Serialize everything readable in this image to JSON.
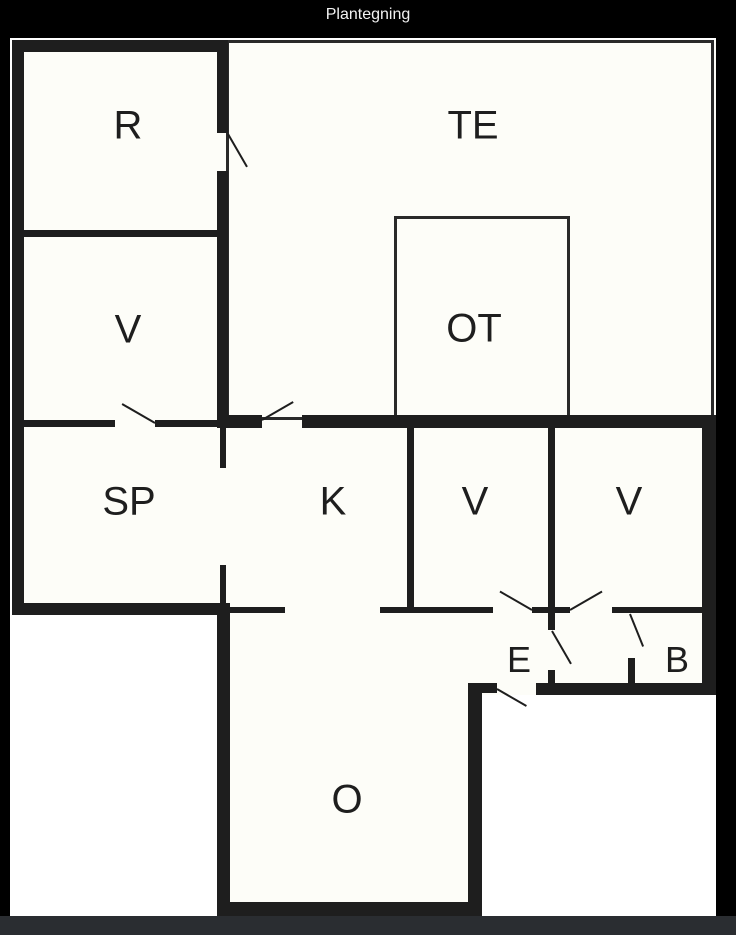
{
  "header": {
    "title": "Plantegning"
  },
  "colors": {
    "background": "#000000",
    "wall": "#1e1e1e",
    "floor": "#fdfdf8",
    "bottom_bar": "#2a2d31"
  },
  "rooms": [
    {
      "id": "r",
      "label": "R"
    },
    {
      "id": "te",
      "label": "TE"
    },
    {
      "id": "v1",
      "label": "V"
    },
    {
      "id": "ot",
      "label": "OT"
    },
    {
      "id": "sp",
      "label": "SP"
    },
    {
      "id": "k",
      "label": "K"
    },
    {
      "id": "v2",
      "label": "V"
    },
    {
      "id": "v3",
      "label": "V"
    },
    {
      "id": "e",
      "label": "E"
    },
    {
      "id": "b",
      "label": "B"
    },
    {
      "id": "o",
      "label": "O"
    }
  ]
}
